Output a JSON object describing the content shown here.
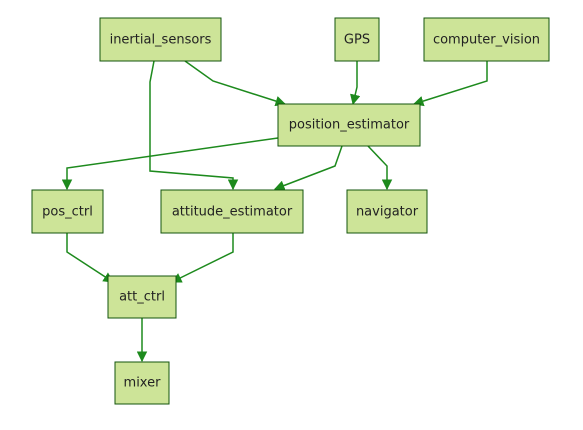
{
  "diagram": {
    "nodes": [
      {
        "id": "inertial_sensors",
        "label": "inertial_sensors"
      },
      {
        "id": "gps",
        "label": "GPS"
      },
      {
        "id": "computer_vision",
        "label": "computer_vision"
      },
      {
        "id": "position_estimator",
        "label": "position_estimator"
      },
      {
        "id": "pos_ctrl",
        "label": "pos_ctrl"
      },
      {
        "id": "attitude_estimator",
        "label": "attitude_estimator"
      },
      {
        "id": "navigator",
        "label": "navigator"
      },
      {
        "id": "att_ctrl",
        "label": "att_ctrl"
      },
      {
        "id": "mixer",
        "label": "mixer"
      }
    ],
    "edges": [
      {
        "from": "inertial_sensors",
        "to": "position_estimator"
      },
      {
        "from": "inertial_sensors",
        "to": "attitude_estimator"
      },
      {
        "from": "gps",
        "to": "position_estimator"
      },
      {
        "from": "computer_vision",
        "to": "position_estimator"
      },
      {
        "from": "position_estimator",
        "to": "pos_ctrl"
      },
      {
        "from": "position_estimator",
        "to": "attitude_estimator"
      },
      {
        "from": "position_estimator",
        "to": "navigator"
      },
      {
        "from": "pos_ctrl",
        "to": "att_ctrl"
      },
      {
        "from": "attitude_estimator",
        "to": "att_ctrl"
      },
      {
        "from": "att_ctrl",
        "to": "mixer"
      }
    ],
    "colors": {
      "node_fill": "#cde498",
      "node_border": "#13540c",
      "edge": "#1d8a1d",
      "text": "#222222"
    }
  }
}
